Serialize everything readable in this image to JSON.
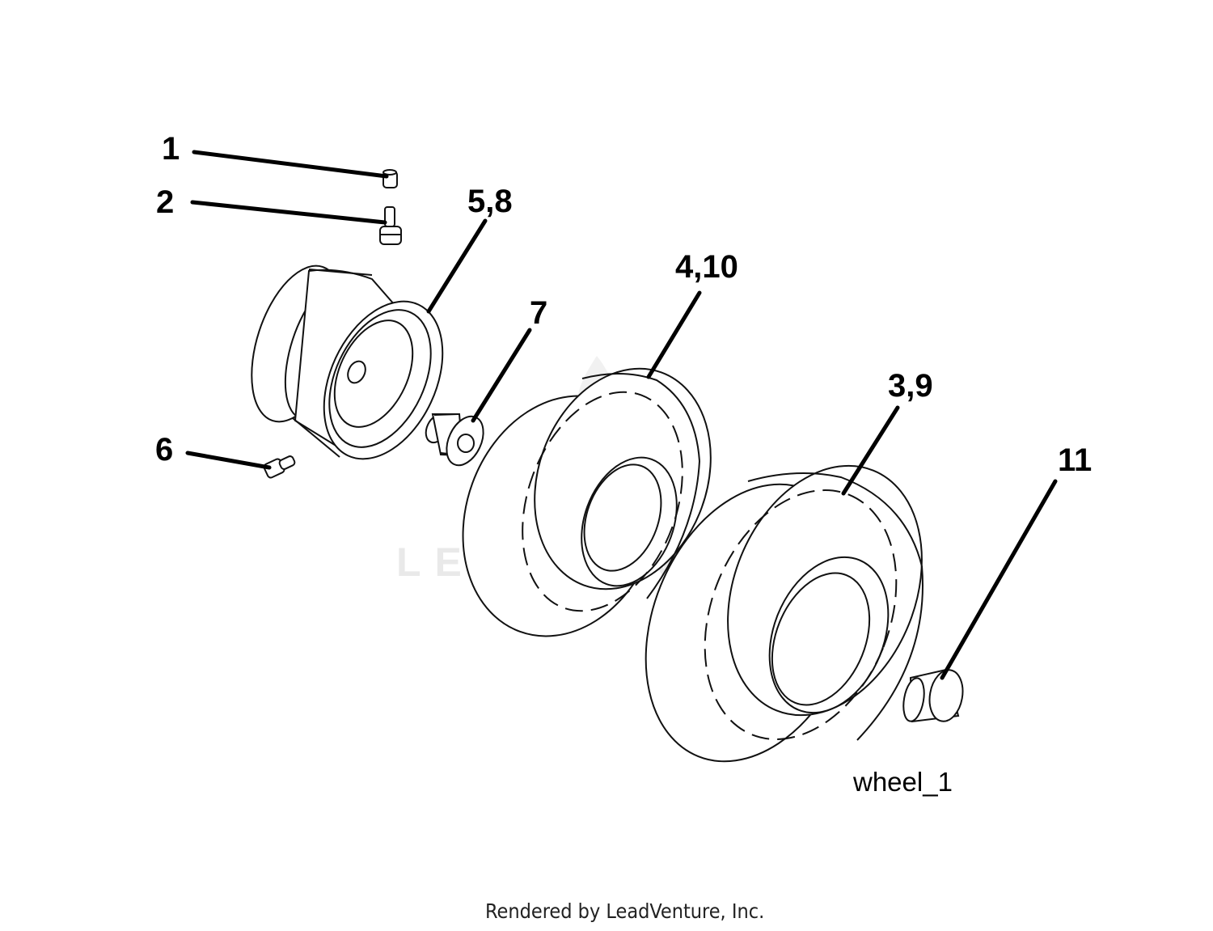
{
  "diagram": {
    "callouts": {
      "c1": "1",
      "c2": "2",
      "c58": "5,8",
      "c410": "4,10",
      "c7": "7",
      "c39": "3,9",
      "c11": "11",
      "c6": "6"
    },
    "figure_id": "wheel_1",
    "watermark": "LEADVENTURE",
    "footer": "Rendered by LeadVenture, Inc."
  }
}
